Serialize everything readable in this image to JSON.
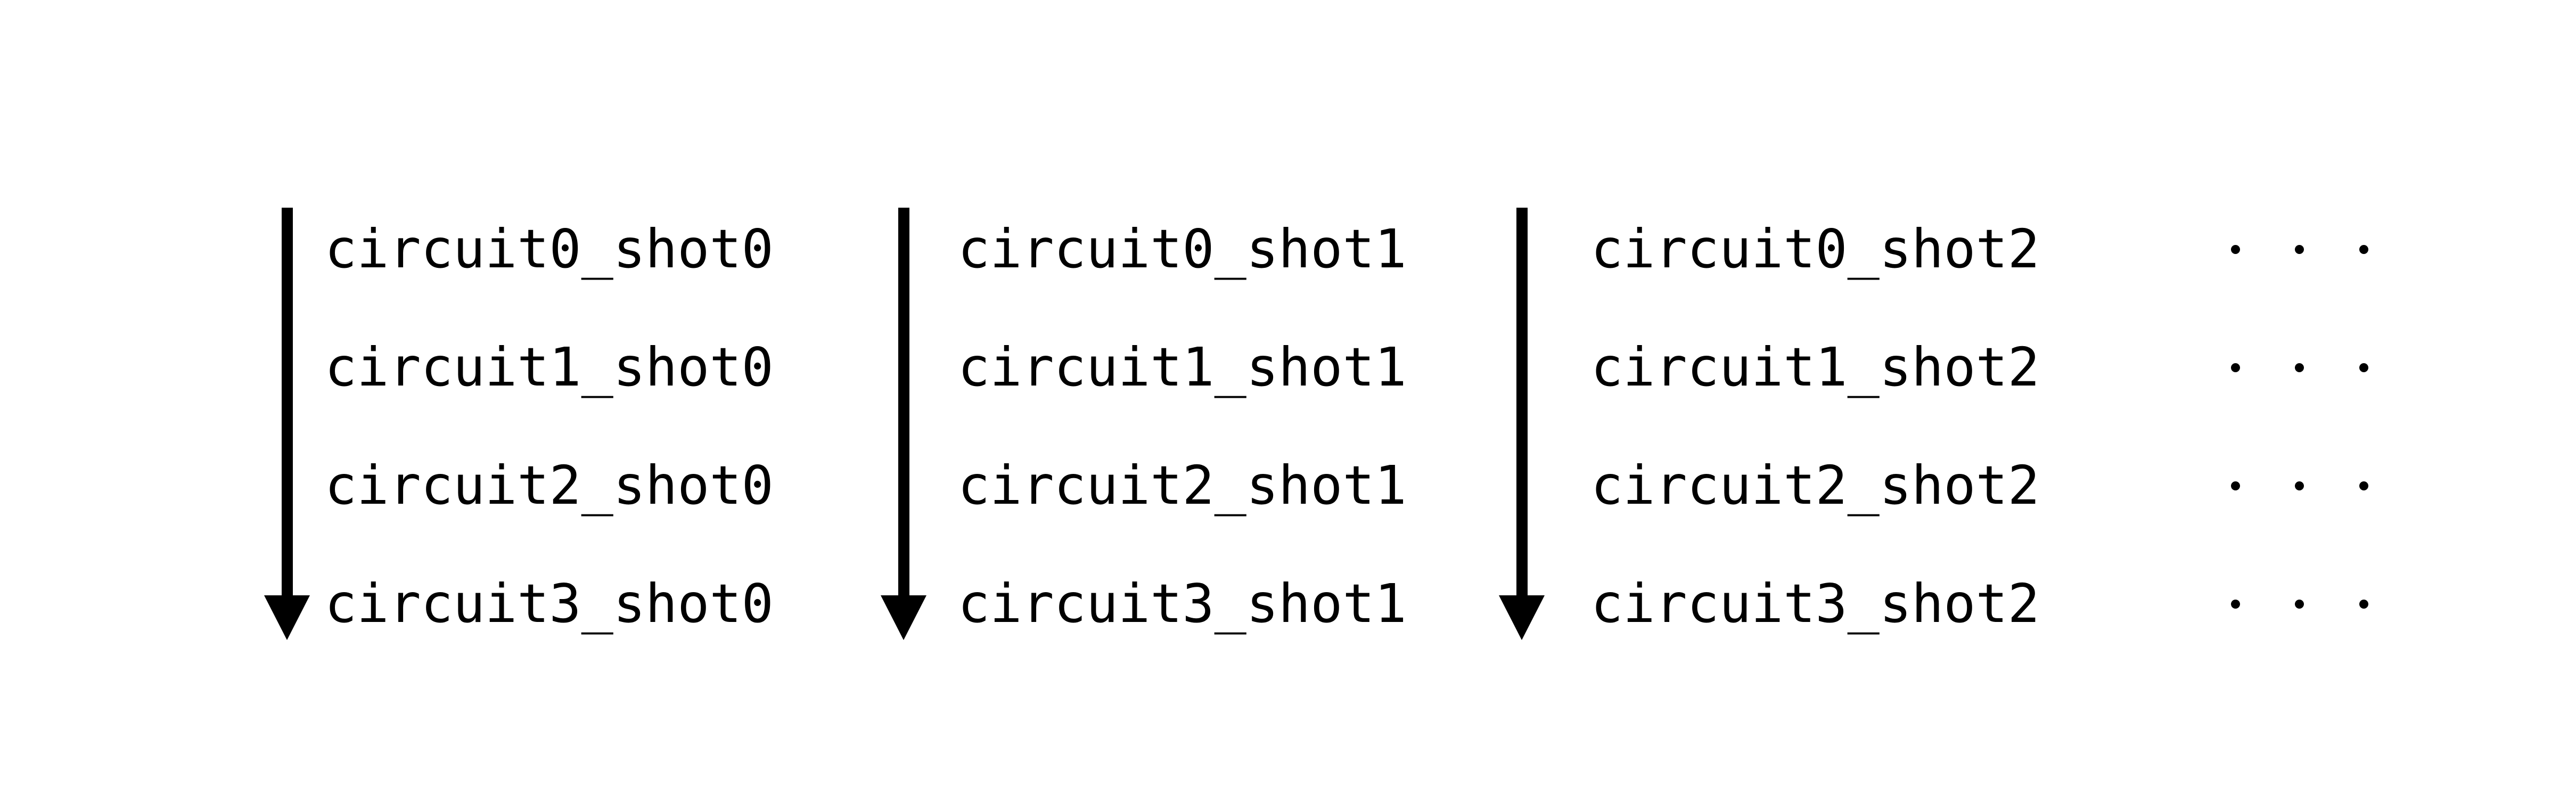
{
  "diagram": {
    "background_color": "#ffffff",
    "ink_color": "#000000",
    "columns": [
      {
        "name": "shot0",
        "labels": [
          "circuit0_shot0",
          "circuit1_shot0",
          "circuit2_shot0",
          "circuit3_shot0"
        ]
      },
      {
        "name": "shot1",
        "labels": [
          "circuit0_shot1",
          "circuit1_shot1",
          "circuit2_shot1",
          "circuit3_shot1"
        ]
      },
      {
        "name": "shot2",
        "labels": [
          "circuit0_shot2",
          "circuit1_shot2",
          "circuit2_shot2",
          "circuit3_shot2"
        ]
      }
    ],
    "ellipsis": {
      "rows": 4,
      "dots_per_row": 3
    }
  }
}
